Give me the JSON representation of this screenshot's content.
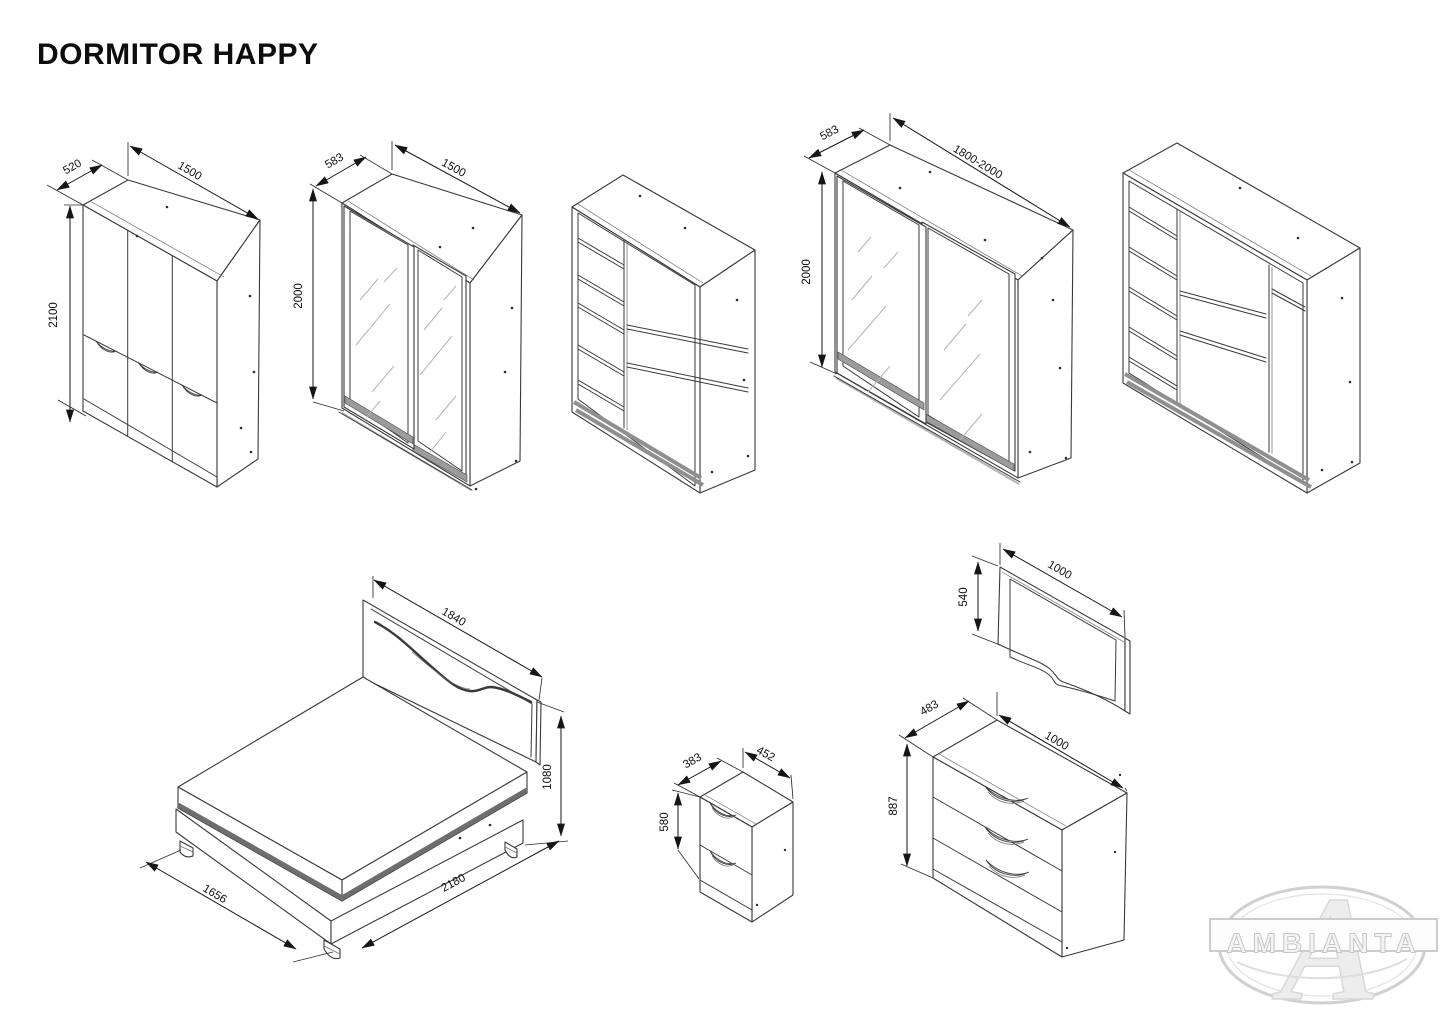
{
  "title": "DORMITOR HAPPY",
  "logo": {
    "text": "AMBIANTA"
  },
  "furniture": {
    "wardrobe_3door": {
      "depth": "520",
      "width": "1500",
      "height": "2100"
    },
    "wardrobe_sliding_small": {
      "depth": "583",
      "width": "1500",
      "height": "2000"
    },
    "wardrobe_sliding_large": {
      "depth": "583",
      "width": "1800-2000",
      "height": "2000"
    },
    "bed": {
      "headboard_width": "1840",
      "side_height": "1080",
      "width": "1656",
      "length": "2180"
    },
    "mirror": {
      "height": "540",
      "width": "1000"
    },
    "nightstand": {
      "depth": "383",
      "width": "452",
      "height": "580"
    },
    "dresser": {
      "depth": "483",
      "width": "1000",
      "height": "887"
    }
  }
}
